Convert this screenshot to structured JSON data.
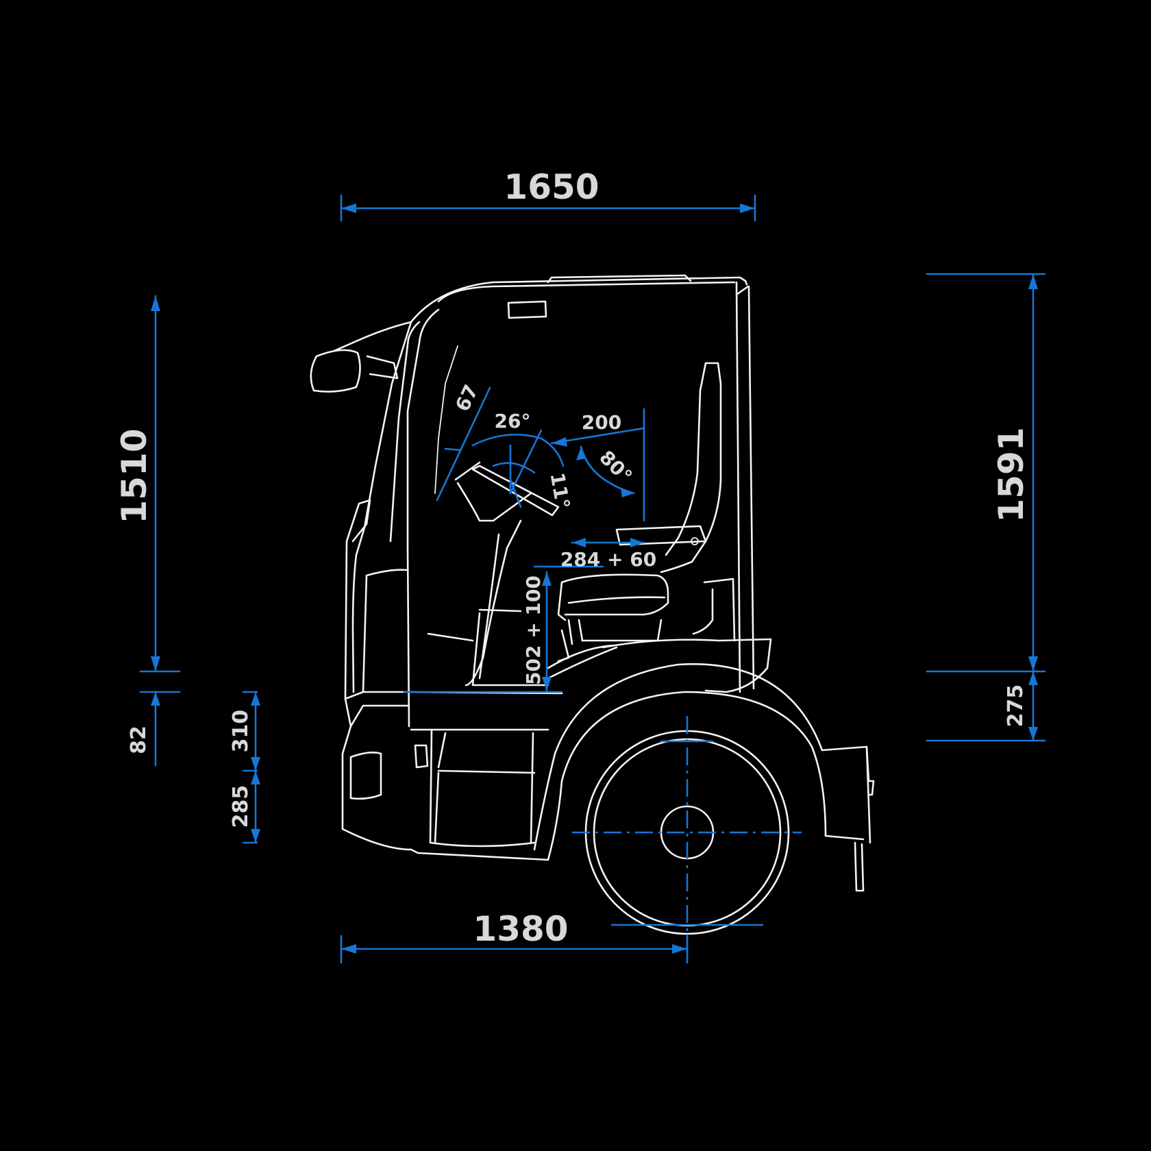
{
  "colors": {
    "background": "#000000",
    "outline": "#f4f4f4",
    "dimension": "#1577d6",
    "label": "#d8d8d8"
  },
  "dimensions": {
    "overall_length": "1650",
    "front_to_axle": "1380",
    "height_left": "1510",
    "floor_step_left": "82",
    "step_upper": "310",
    "step_lower": "285",
    "height_right": "1591",
    "floor_right": "275",
    "wheel_reach": "67",
    "wheel_tilt_range": "26°",
    "wheel_tilt": "11°",
    "seat_horizontal": "200",
    "backrest_angle": "80°",
    "seat_fore_aft": "284 + 60",
    "seat_height": "502 + 100"
  }
}
